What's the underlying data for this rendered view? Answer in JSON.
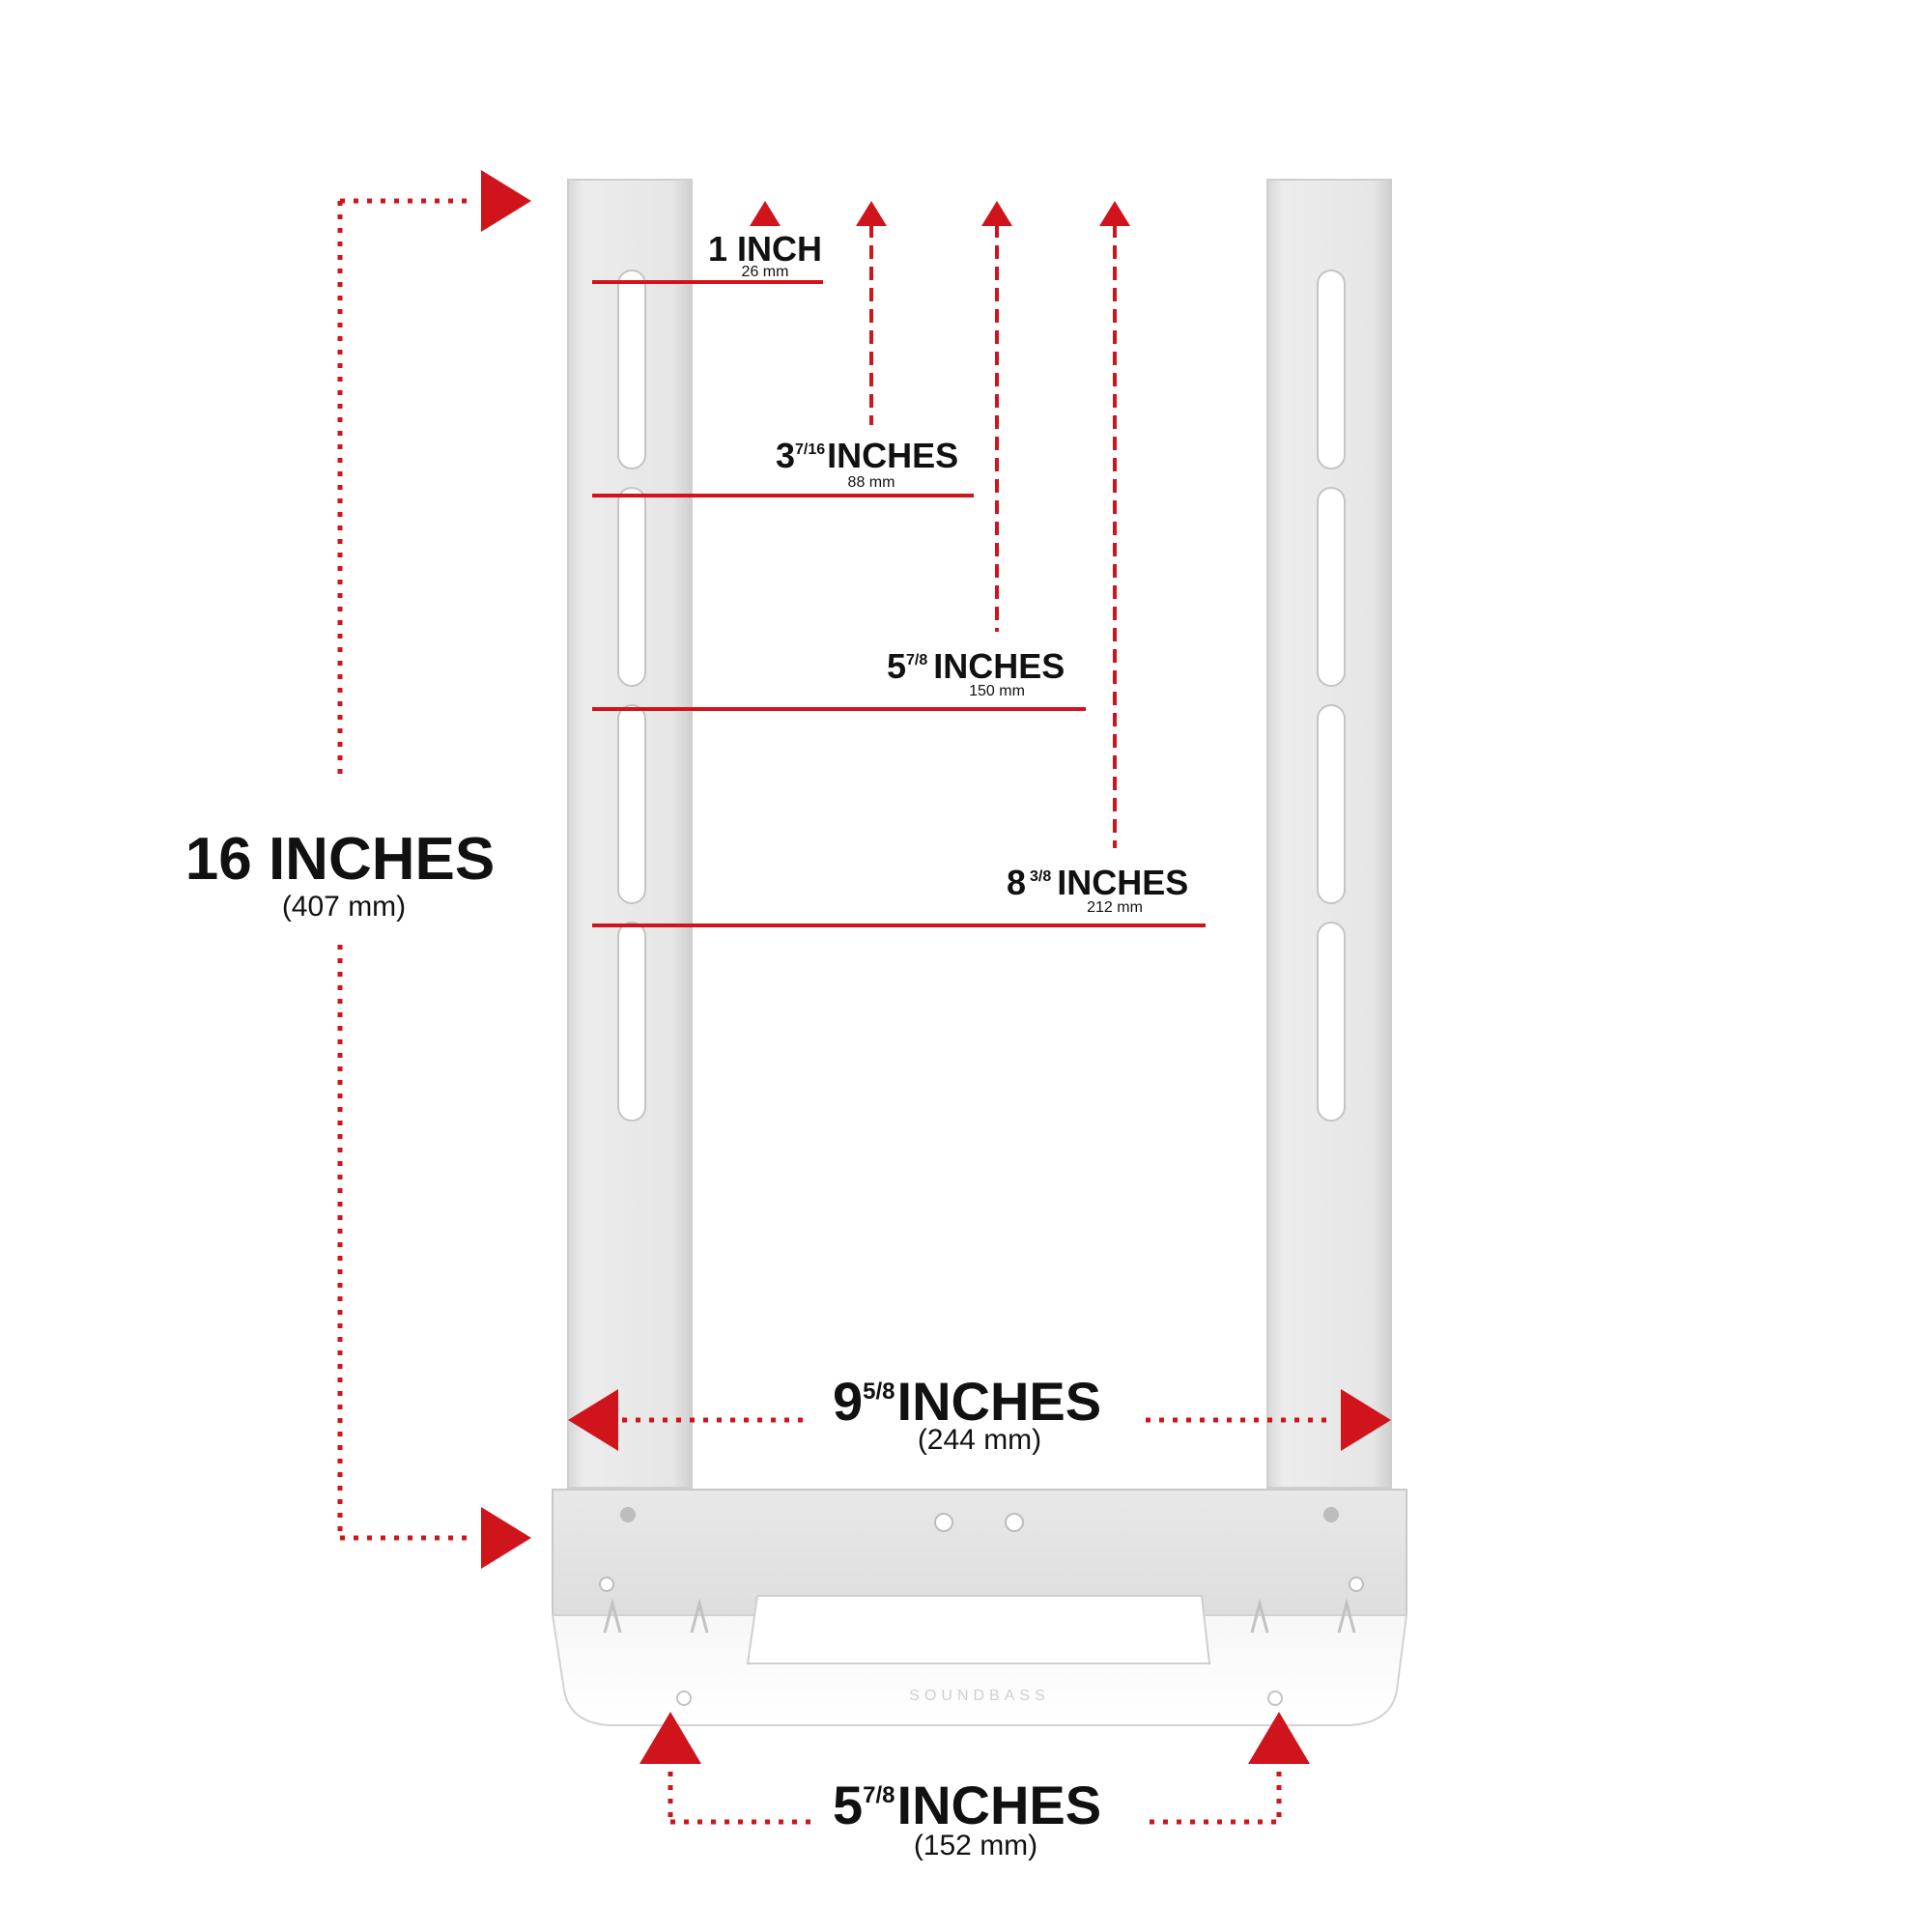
{
  "colors": {
    "accent": "#d0141c",
    "text": "#111111",
    "bracket": "#e4e4e4",
    "bracket_edge": "#c9c9c9",
    "tray": "#f4f4f4"
  },
  "bracket": {
    "brand": "SOUNDBASS"
  },
  "overall_height": {
    "value": "16 INCHES",
    "metric": "(407 mm)"
  },
  "slot_markers": [
    {
      "whole": "1 INCH",
      "fraction": "",
      "unit": "",
      "metric": "26 mm"
    },
    {
      "whole": "3",
      "fraction": "7/16",
      "unit": "INCHES",
      "metric": "88 mm"
    },
    {
      "whole": "5",
      "fraction": "7/8",
      "unit": "INCHES",
      "metric": "150 mm"
    },
    {
      "whole": "8",
      "fraction": "3/8",
      "unit": "INCHES",
      "metric": "212 mm"
    }
  ],
  "arm_spacing": {
    "whole": "9",
    "fraction": "5/8",
    "unit": "INCHES",
    "metric": "(244 mm)"
  },
  "base_holes": {
    "whole": "5",
    "fraction": "7/8",
    "unit": "INCHES",
    "metric": "(152 mm)"
  }
}
